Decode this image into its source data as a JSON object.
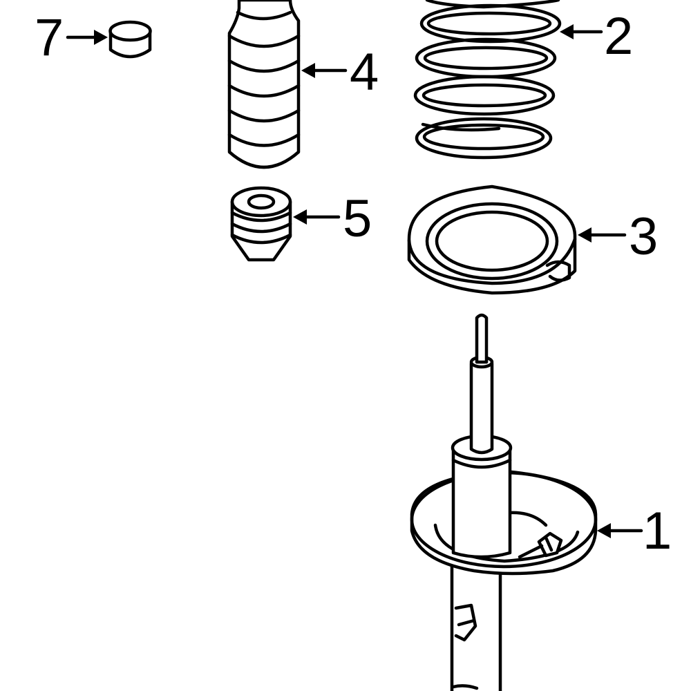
{
  "callouts": [
    {
      "id": "1",
      "label": "1"
    },
    {
      "id": "2",
      "label": "2"
    },
    {
      "id": "3",
      "label": "3"
    },
    {
      "id": "4",
      "label": "4"
    },
    {
      "id": "5",
      "label": "5"
    },
    {
      "id": "7",
      "label": "7"
    }
  ],
  "colors": {
    "line": "#000000",
    "background": "#ffffff"
  }
}
